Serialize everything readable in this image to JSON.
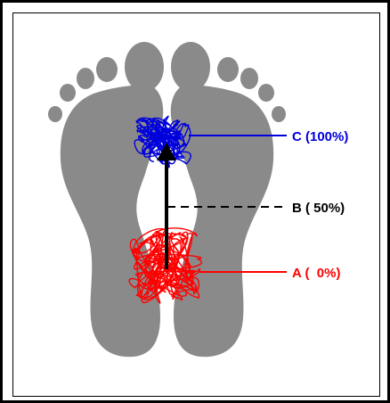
{
  "colors": {
    "foot": "#8a8a8a",
    "trace_a": "#ff0000",
    "trace_c": "#0000dd",
    "arrow": "#000000",
    "dashed": "#000000"
  },
  "labels": {
    "c": "C (100%)",
    "b": "B ( 50%)",
    "a": "A (  0%)"
  }
}
